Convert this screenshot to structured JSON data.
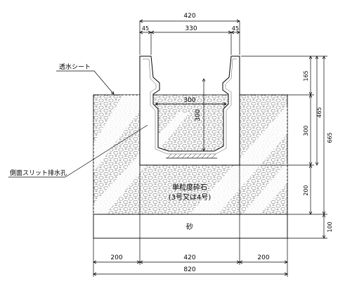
{
  "dimensions": {
    "top_total": "420",
    "top_left": "45",
    "top_center": "330",
    "top_right": "45",
    "inner_width": "300",
    "inner_height": "300",
    "right_upper": "165",
    "right_middle": "300",
    "right_lower": "200",
    "right_bottom": "100",
    "right_465": "465",
    "right_total": "665",
    "bottom_left": "200",
    "bottom_center": "420",
    "bottom_right": "200",
    "bottom_total": "820"
  },
  "labels": {
    "sheet": "透水シート",
    "slit": "側面スリット排水孔",
    "gravel_line1": "単粒度砕石",
    "gravel_line2": "(3号又は4号)",
    "sand": "砂"
  },
  "colors": {
    "line": "#000000",
    "hatch": "#9a9a9a",
    "gravel_fill": "#d9d9d9",
    "background": "#ffffff"
  }
}
